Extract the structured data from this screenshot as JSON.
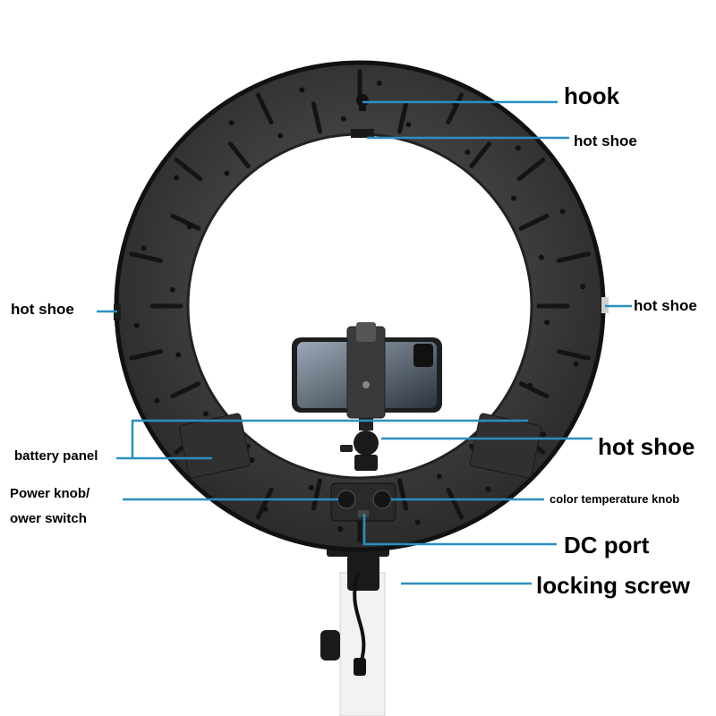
{
  "colors": {
    "background": "#ffffff",
    "ring": "#3a3a3a",
    "ring_edge": "#1c1c1c",
    "leader_line": "#2a8fc0",
    "label_text": "#000000",
    "stand": "#ffffff"
  },
  "labels": {
    "hook": "hook",
    "hot_shoe_top": "hot shoe",
    "hot_shoe_left": "hot shoe",
    "hot_shoe_right": "hot shoe",
    "hot_shoe_phone": "hot shoe",
    "battery_panel": "battery panel",
    "power_knob_line1": "Power knob/",
    "power_knob_line2": "ower switch",
    "color_temperature_knob": "color temperature knob",
    "dc_port": "DC port",
    "locking_screw": "locking screw"
  }
}
